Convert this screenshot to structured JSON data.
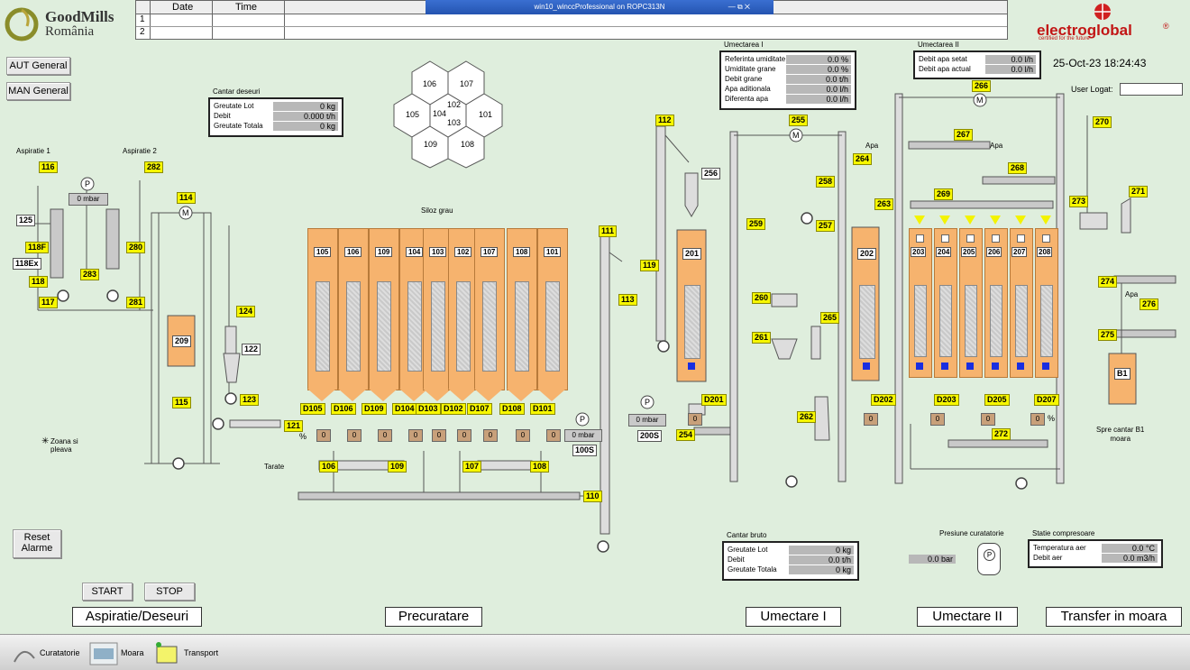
{
  "logo": {
    "name": "GoodMills",
    "sub": "România"
  },
  "brand": {
    "name": "electroglobal",
    "tag": "certified for the future",
    "reg": "®"
  },
  "alarm_table": {
    "headers": [
      "Date",
      "Time"
    ],
    "rows": [
      "1",
      "2"
    ]
  },
  "remote_bar": {
    "title": "win10_winccProfessional on ROPC313N",
    "icons": "— ⧉ ✕"
  },
  "datetime": "25-Oct-23 18:24:43",
  "user": {
    "label": "User Logat:",
    "value": ""
  },
  "buttons": {
    "aut": "AUT General",
    "man": "MAN General",
    "reset": "Reset\nAlarme",
    "start": "START",
    "stop": "STOP"
  },
  "sections": [
    "Aspiratie/Deseuri",
    "Precuratare",
    "Umectare I",
    "Umectare II",
    "Transfer in moara"
  ],
  "cantar_deseuri": {
    "title": "Cantar deseuri",
    "rows": [
      [
        "Greutate Lot",
        "0 kg"
      ],
      [
        "Debit",
        "0.000 t/h"
      ],
      [
        "Greutate Totala",
        "0 kg"
      ]
    ]
  },
  "umectarea1": {
    "title": "Umectarea I",
    "rows": [
      [
        "Referinta umiditate",
        "0.0 %"
      ],
      [
        "Umiditate grane",
        "0.0 %"
      ],
      [
        "Debit grane",
        "0.0 t/h"
      ],
      [
        "Apa aditionala",
        "0.0 l/h"
      ],
      [
        "Diferenta apa",
        "0.0 l/h"
      ]
    ]
  },
  "umectarea2": {
    "title": "Umectarea II",
    "rows": [
      [
        "Debit apa setat",
        "0.0 l/h"
      ],
      [
        "Debit apa actual",
        "0.0 l/h"
      ]
    ]
  },
  "cantar_bruto": {
    "title": "Cantar bruto",
    "rows": [
      [
        "Greutate Lot",
        "0 kg"
      ],
      [
        "Debit",
        "0.0 t/h"
      ],
      [
        "Greutate Totala",
        "0 kg"
      ]
    ]
  },
  "presiune": {
    "title": "Presiune curatatorie",
    "value": "0.0 bar",
    "symbol": "P"
  },
  "compresoare": {
    "title": "Statie compresoare",
    "rows": [
      [
        "Temperatura aer",
        "0.0 °C"
      ],
      [
        "Debit aer",
        "0.0 m3/h"
      ]
    ]
  },
  "hex_cells": [
    "106",
    "107",
    "105",
    "102",
    "104",
    "103",
    "101",
    "109",
    "108"
  ],
  "labels": {
    "silo_grau": "Siloz grau",
    "aspiratie1": "Aspiratie 1",
    "aspiratie2": "Aspiratie 2",
    "zoana": "Zoana si\npleava",
    "tarate": "Tarate",
    "apa": "Apa",
    "spre": "Spre cantar B1\nmoara",
    "mbar": "0 mbar",
    "percent": "%"
  },
  "silos_pre": [
    "105",
    "106",
    "109",
    "104",
    "103",
    "102",
    "107",
    "108",
    "101"
  ],
  "silos_pre_d": [
    "D105",
    "D106",
    "D109",
    "D104",
    "D103",
    "D102",
    "D107",
    "D108",
    "D101"
  ],
  "silos_u2": [
    "203",
    "204",
    "205",
    "206",
    "207",
    "208"
  ],
  "tags": {
    "t116": "116",
    "t282": "282",
    "t114": "114",
    "t125": "125",
    "t118f": "118F",
    "t118ex": "118Ex",
    "t118": "118",
    "t117": "117",
    "t283": "283",
    "t280": "280",
    "t281": "281",
    "t209": "209",
    "t115": "115",
    "t124": "124",
    "t122": "122",
    "t123": "123",
    "t121": "121",
    "t106b": "106",
    "t109b": "109",
    "t107b": "107",
    "t108b": "108",
    "t110": "110",
    "t100s": "100S",
    "t111": "111",
    "t112": "112",
    "t119": "119",
    "t113": "113",
    "t256": "256",
    "t201": "201",
    "t200s": "200S",
    "t254": "254",
    "td201": "D201",
    "t255": "255",
    "t258": "258",
    "t259": "259",
    "t257": "257",
    "t260": "260",
    "t261": "261",
    "t265": "265",
    "t262": "262",
    "t264": "264",
    "t263": "263",
    "t202": "202",
    "td202": "D202",
    "t266": "266",
    "t267": "267",
    "t268": "268",
    "t269": "269",
    "td203": "D203",
    "td205": "D205",
    "td207": "D207",
    "t272": "272",
    "t270": "270",
    "t273": "273",
    "t271": "271",
    "t274": "274",
    "t276": "276",
    "t275": "275",
    "tb1": "B1"
  },
  "zeros": "0",
  "motor": "M",
  "taskbar": [
    {
      "label": "Curatatorie"
    },
    {
      "label": "Moara"
    },
    {
      "label": "Transport"
    }
  ]
}
